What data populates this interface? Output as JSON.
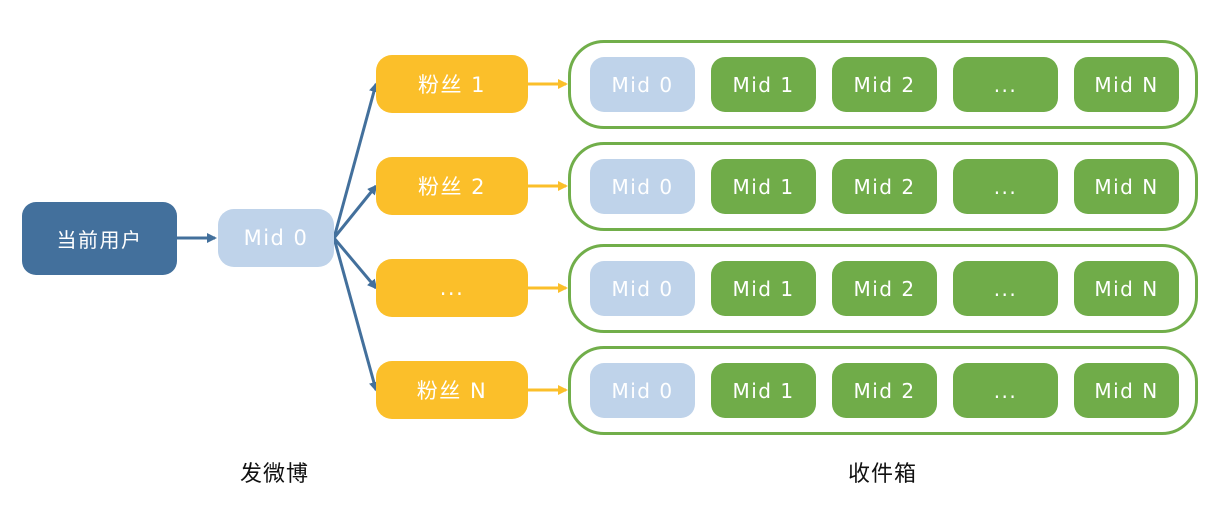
{
  "user": {
    "label": "当前用户"
  },
  "source_message": {
    "label": "Mid 0"
  },
  "followers": [
    {
      "label": "粉丝 1",
      "inbox": [
        "Mid 0",
        "Mid 1",
        "Mid 2",
        "...",
        "Mid N"
      ]
    },
    {
      "label": "粉丝 2",
      "inbox": [
        "Mid 0",
        "Mid 1",
        "Mid 2",
        "...",
        "Mid N"
      ]
    },
    {
      "label": "...",
      "inbox": [
        "Mid 0",
        "Mid 1",
        "Mid 2",
        "...",
        "Mid N"
      ]
    },
    {
      "label": "粉丝 N",
      "inbox": [
        "Mid 0",
        "Mid 1",
        "Mid 2",
        "...",
        "Mid N"
      ]
    }
  ],
  "captions": {
    "post": "发微博",
    "inbox": "收件箱"
  },
  "colors": {
    "user": "#43709c",
    "source": "#bfd3ea",
    "follower": "#fbbf2a",
    "inbox_border": "#71ae4a",
    "message": "#70ac49",
    "arrow_blue": "#43709c",
    "arrow_yellow": "#fbbf2a"
  }
}
